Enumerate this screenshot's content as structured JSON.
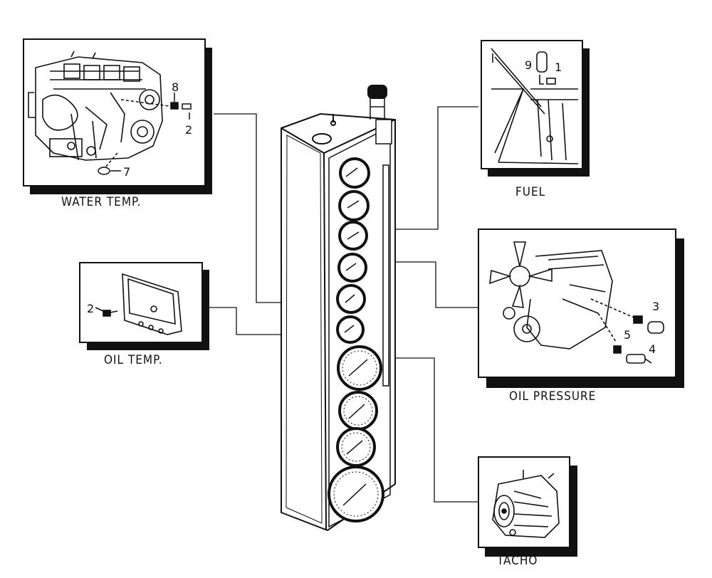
{
  "labels": {
    "water_temp": "WATER TEMP.",
    "oil_temp": "OIL TEMP.",
    "fuel": "FUEL",
    "oil_pressure": "OIL PRESSURE",
    "tacho": "TACHO"
  },
  "callouts": {
    "water_8": "8",
    "water_2": "2",
    "water_7": "7",
    "oiltemp_2": "2",
    "fuel_9": "9",
    "fuel_1": "1",
    "oilp_3": "3",
    "oilp_5": "5",
    "oilp_4": "4"
  }
}
